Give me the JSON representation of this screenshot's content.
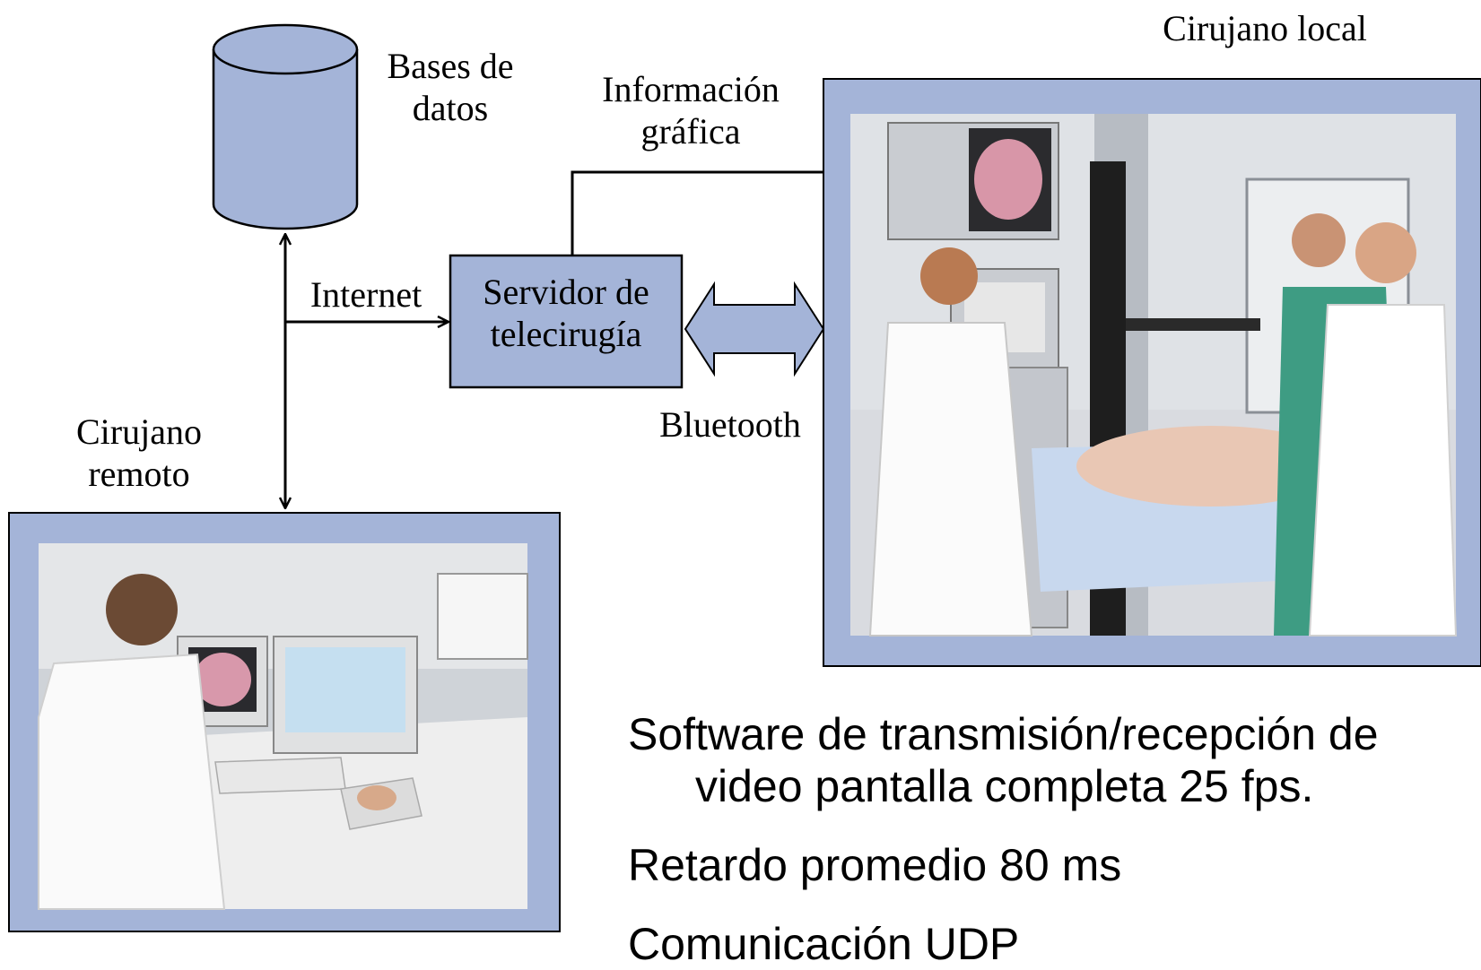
{
  "labels": {
    "bases_de_datos": "Bases de datos",
    "informacion_grafica": "Información gráfica",
    "cirujano_local": "Cirujano local",
    "internet": "Internet",
    "servidor": "Servidor de telecirugía",
    "bluetooth": "Bluetooth",
    "cirujano_remoto": "Cirujano remoto"
  },
  "notes": {
    "line1a": "Software de transmisión/recepción de",
    "line1b": "video pantalla completa 25 fps.",
    "line2": "Retardo promedio 80 ms",
    "line3": "Comunicación UDP"
  },
  "colors": {
    "box_fill": "#a4b4d8",
    "frame_fill": "#a4b4d8",
    "line": "#000000"
  }
}
